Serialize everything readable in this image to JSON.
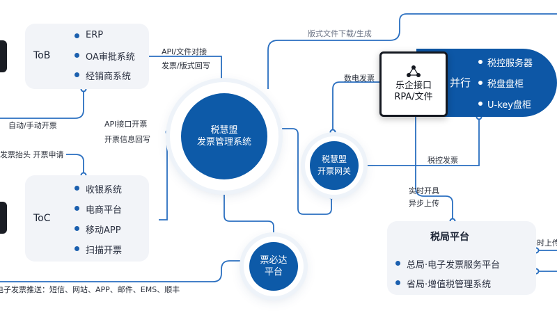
{
  "colors": {
    "primary": "#0d5aa8",
    "line": "#2a6fc0",
    "panel": "#f2f4f8"
  },
  "tob": {
    "title": "ToB",
    "items": [
      "ERP",
      "OA审批系统",
      "经销商系统"
    ]
  },
  "toc": {
    "title": "ToC",
    "items": [
      "收银系统",
      "电商平台",
      "移动APP",
      "扫描开票"
    ]
  },
  "labels": {
    "api_file": "API/文件对接",
    "invoice_writeback": "发票/版式回写",
    "auto_manual": "自动/手动开票",
    "api_invoice": "API接口开票",
    "invoice_info_writeback": "开票信息回写",
    "header_request": "发票抬头 开票申请",
    "push_channels": "电子发票推送：短信、网站、APP、邮件、EMS、顺丰",
    "layout_download": "版式文件下载/生成",
    "digital_invoice": "数电发票",
    "tax_control_invoice": "税控发票",
    "realtime_async": "实时开具\n异步上传",
    "realtime_upload": "实时上传"
  },
  "center": {
    "line1": "税慧盟",
    "line2": "发票管理系统"
  },
  "gateway": {
    "line1": "税慧盟",
    "line2": "开票网关"
  },
  "delivery": {
    "line1": "票必达",
    "line2": "平台"
  },
  "rpa": {
    "line1": "乐企接口",
    "line2": "RPA/文件",
    "icon": "network-icon"
  },
  "parallel": {
    "label": "并行",
    "items": [
      "税控服务器",
      "税盘盘柜",
      "U-key盘柜"
    ]
  },
  "tax_bureau": {
    "title": "税局平台",
    "items": [
      "总局·电子发票服务平台",
      "省局·增值税管理系统"
    ]
  }
}
